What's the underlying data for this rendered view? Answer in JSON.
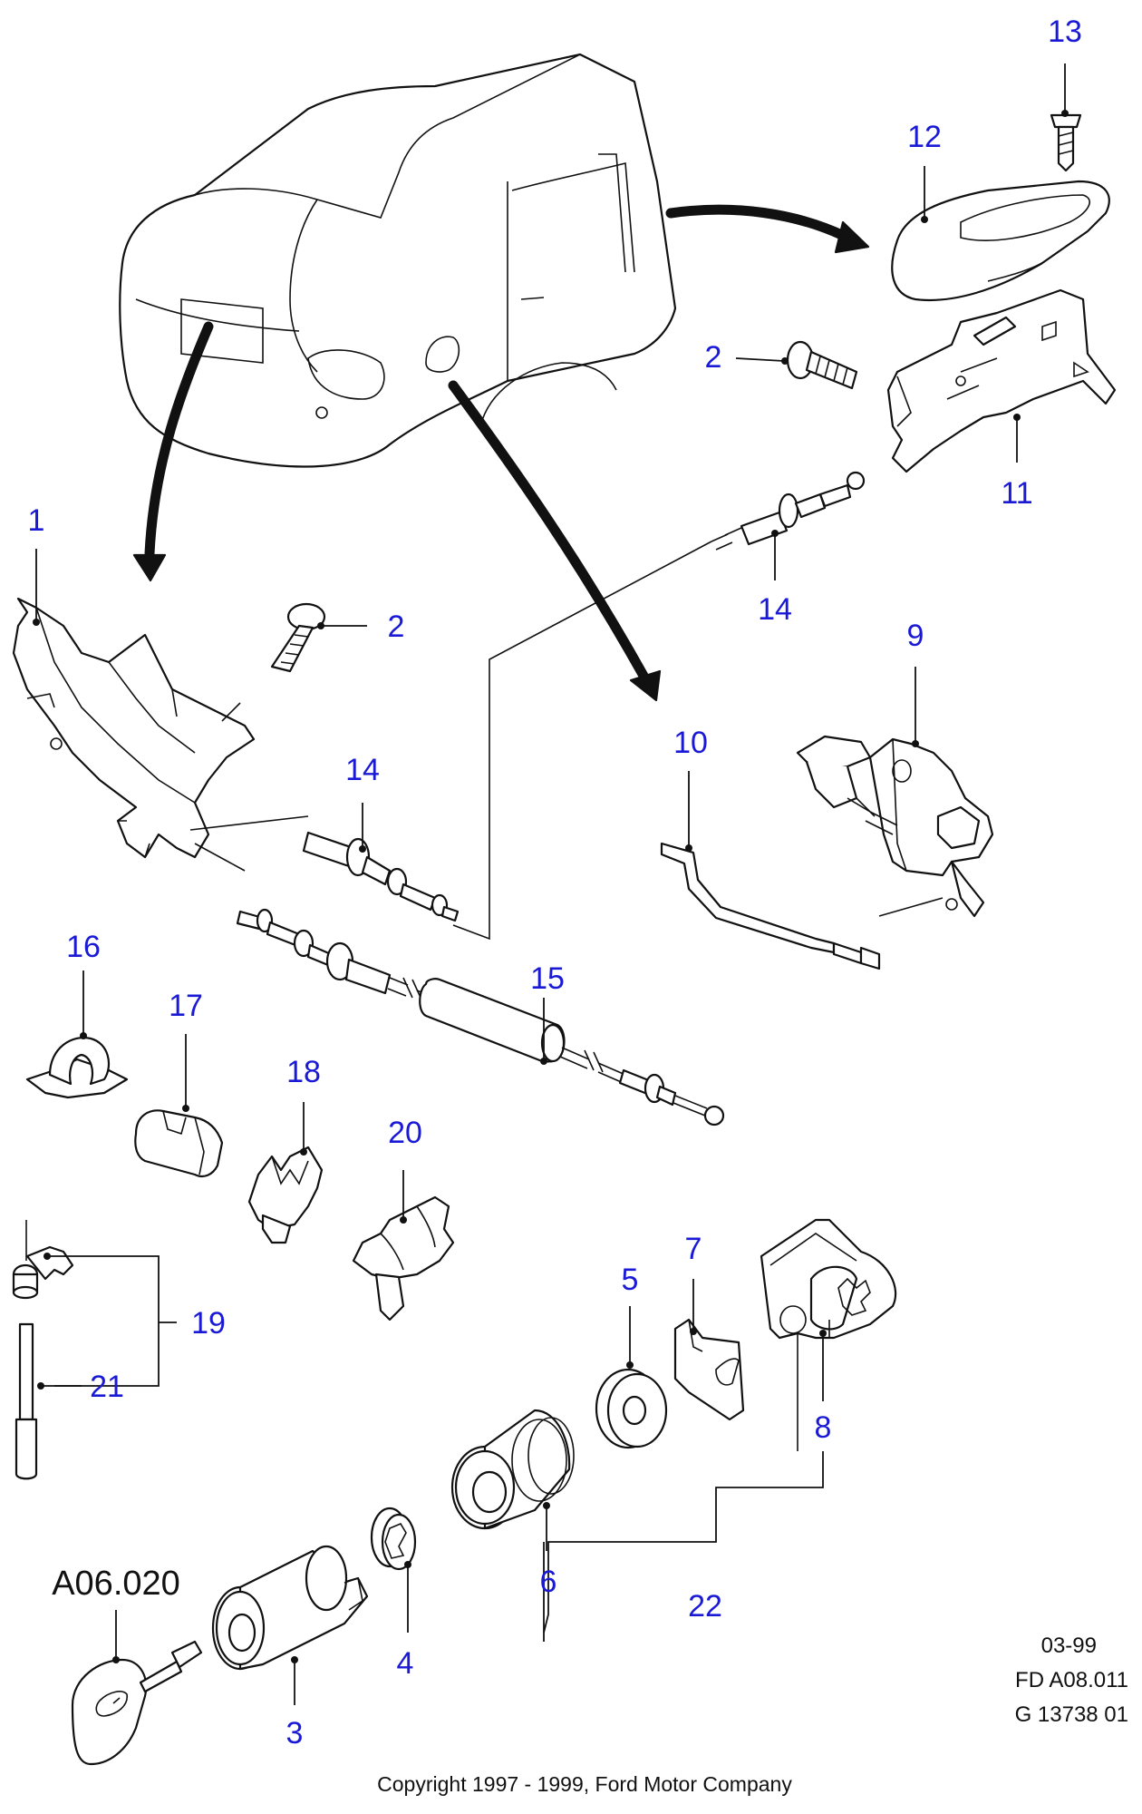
{
  "callouts": {
    "c1": "1",
    "c2a": "2",
    "c2b": "2",
    "c3": "3",
    "c4": "4",
    "c5": "5",
    "c6": "6",
    "c7": "7",
    "c8": "8",
    "c9": "9",
    "c10": "10",
    "c11": "11",
    "c12": "12",
    "c13": "13",
    "c14a": "14",
    "c14b": "14",
    "c15": "15",
    "c16": "16",
    "c17": "17",
    "c18": "18",
    "c19": "19",
    "c20": "20",
    "c21": "21",
    "c22": "22"
  },
  "reference": "A06.020",
  "stamp": {
    "date": "03-99",
    "code": "FD A08.011",
    "graphic": "G 13738 01"
  },
  "copyright": "Copyright 1997 - 1999, Ford Motor Company",
  "colors": {
    "callout": "#1a1ad6",
    "line": "#111111",
    "background": "#ffffff"
  }
}
